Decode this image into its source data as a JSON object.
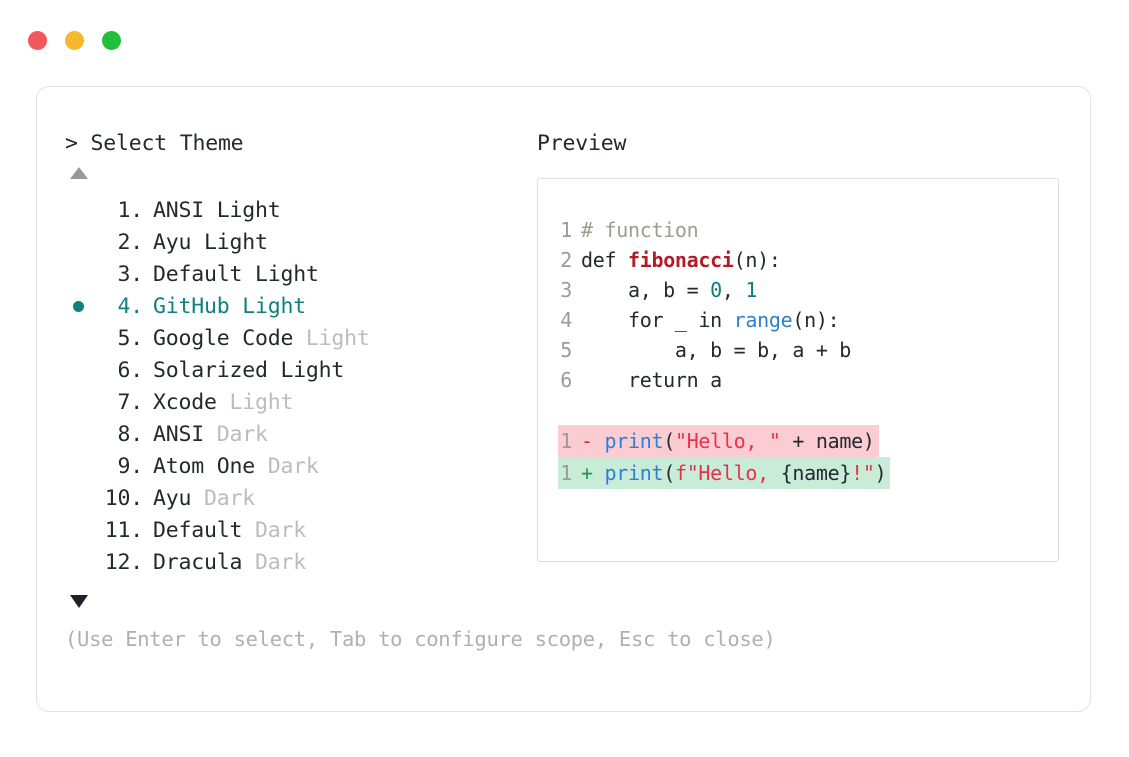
{
  "window": {
    "traffic_lights": [
      {
        "name": "close-button",
        "color": "#f2585b"
      },
      {
        "name": "minimize-button",
        "color": "#f5b82e"
      },
      {
        "name": "maximize-button",
        "color": "#22c038"
      }
    ]
  },
  "prompt": {
    "caret": ">",
    "title": "Select Theme"
  },
  "scroll": {
    "up_arrow": "▲",
    "down_arrow": "▼"
  },
  "theme_list": {
    "selected_index": 4,
    "selected_color": "#11807f",
    "items": [
      {
        "index": "1.",
        "name": "ANSI",
        "variant": "Light",
        "variant_muted": false
      },
      {
        "index": "2.",
        "name": "Ayu",
        "variant": "Light",
        "variant_muted": false
      },
      {
        "index": "3.",
        "name": "Default",
        "variant": "Light",
        "variant_muted": false
      },
      {
        "index": "4.",
        "name": "GitHub",
        "variant": "Light",
        "variant_muted": false
      },
      {
        "index": "5.",
        "name": "Google Code",
        "variant": "Light",
        "variant_muted": true
      },
      {
        "index": "6.",
        "name": "Solarized",
        "variant": "Light",
        "variant_muted": false
      },
      {
        "index": "7.",
        "name": "Xcode",
        "variant": "Light",
        "variant_muted": true
      },
      {
        "index": "8.",
        "name": "ANSI",
        "variant": "Dark",
        "variant_muted": true
      },
      {
        "index": "9.",
        "name": "Atom One",
        "variant": "Dark",
        "variant_muted": true
      },
      {
        "index": "10.",
        "name": "Ayu",
        "variant": "Dark",
        "variant_muted": true
      },
      {
        "index": "11.",
        "name": "Default",
        "variant": "Dark",
        "variant_muted": true
      },
      {
        "index": "12.",
        "name": "Dracula",
        "variant": "Dark",
        "variant_muted": true
      }
    ]
  },
  "preview": {
    "label": "Preview",
    "code_lines": [
      {
        "ln": "1",
        "tokens": [
          {
            "t": "# function",
            "c": "t-comment"
          }
        ]
      },
      {
        "ln": "2",
        "tokens": [
          {
            "t": "def ",
            "c": "t-kw"
          },
          {
            "t": "fibonacci",
            "c": "t-fn"
          },
          {
            "t": "(n):",
            "c": "t-plain"
          }
        ]
      },
      {
        "ln": "3",
        "tokens": [
          {
            "t": "    a, b = ",
            "c": "t-plain"
          },
          {
            "t": "0",
            "c": "t-num"
          },
          {
            "t": ", ",
            "c": "t-plain"
          },
          {
            "t": "1",
            "c": "t-num"
          }
        ]
      },
      {
        "ln": "4",
        "tokens": [
          {
            "t": "    for _ in ",
            "c": "t-plain"
          },
          {
            "t": "range",
            "c": "t-builtin"
          },
          {
            "t": "(n):",
            "c": "t-plain"
          }
        ]
      },
      {
        "ln": "5",
        "tokens": [
          {
            "t": "        a, b = b, a + b",
            "c": "t-plain"
          }
        ]
      },
      {
        "ln": "6",
        "tokens": [
          {
            "t": "    return a",
            "c": "t-plain"
          }
        ]
      }
    ],
    "diff_lines": [
      {
        "kind": "del",
        "ln": "1",
        "sign": "-",
        "tokens": [
          {
            "t": "print",
            "c": "t-builtin"
          },
          {
            "t": "(",
            "c": "t-plain"
          },
          {
            "t": "\"Hello, \"",
            "c": "t-str"
          },
          {
            "t": " + name)",
            "c": "t-plain"
          }
        ]
      },
      {
        "kind": "add",
        "ln": "1",
        "sign": "+",
        "tokens": [
          {
            "t": "print",
            "c": "t-builtin"
          },
          {
            "t": "(",
            "c": "t-plain"
          },
          {
            "t": "f\"Hello, ",
            "c": "t-strpfx"
          },
          {
            "t": "{name}",
            "c": "t-plain"
          },
          {
            "t": "!\"",
            "c": "t-str"
          },
          {
            "t": ")",
            "c": "t-plain"
          }
        ]
      }
    ]
  },
  "footer": {
    "hint": "(Use Enter to select, Tab to configure scope, Esc to close)"
  }
}
